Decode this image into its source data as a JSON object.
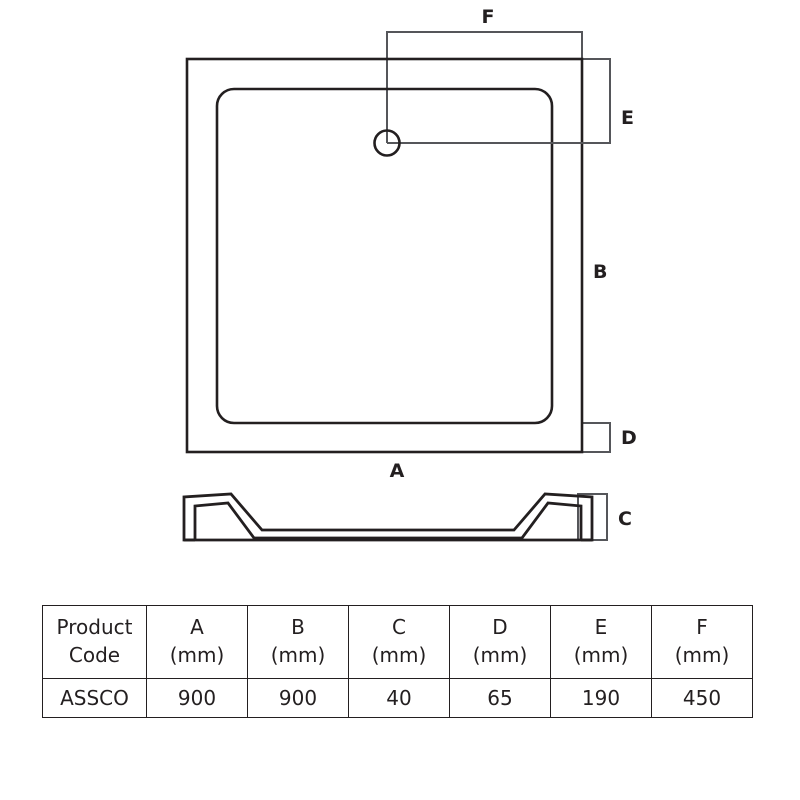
{
  "drawing": {
    "title": "shower-tray-technical-drawing",
    "line_color": "#231f20",
    "background_color": "#ffffff",
    "plan_view": {
      "name": "plan-view",
      "dimension_labels": {
        "A": "A",
        "B": "B",
        "D": "D",
        "E": "E",
        "F": "F"
      },
      "waste_outlet": "drain-circle"
    },
    "section_view": {
      "name": "section-profile-view",
      "dimension_labels": {
        "C": "C"
      }
    }
  },
  "table": {
    "name": "specification-table",
    "headers": [
      {
        "line1": "Product",
        "line2": "Code"
      },
      {
        "line1": "A",
        "line2": "(mm)"
      },
      {
        "line1": "B",
        "line2": "(mm)"
      },
      {
        "line1": "C",
        "line2": "(mm)"
      },
      {
        "line1": "D",
        "line2": "(mm)"
      },
      {
        "line1": "E",
        "line2": "(mm)"
      },
      {
        "line1": "F",
        "line2": "(mm)"
      }
    ],
    "rows": [
      {
        "product_code": "ASSCO",
        "A": "900",
        "B": "900",
        "C": "40",
        "D": "65",
        "E": "190",
        "F": "450"
      }
    ]
  }
}
